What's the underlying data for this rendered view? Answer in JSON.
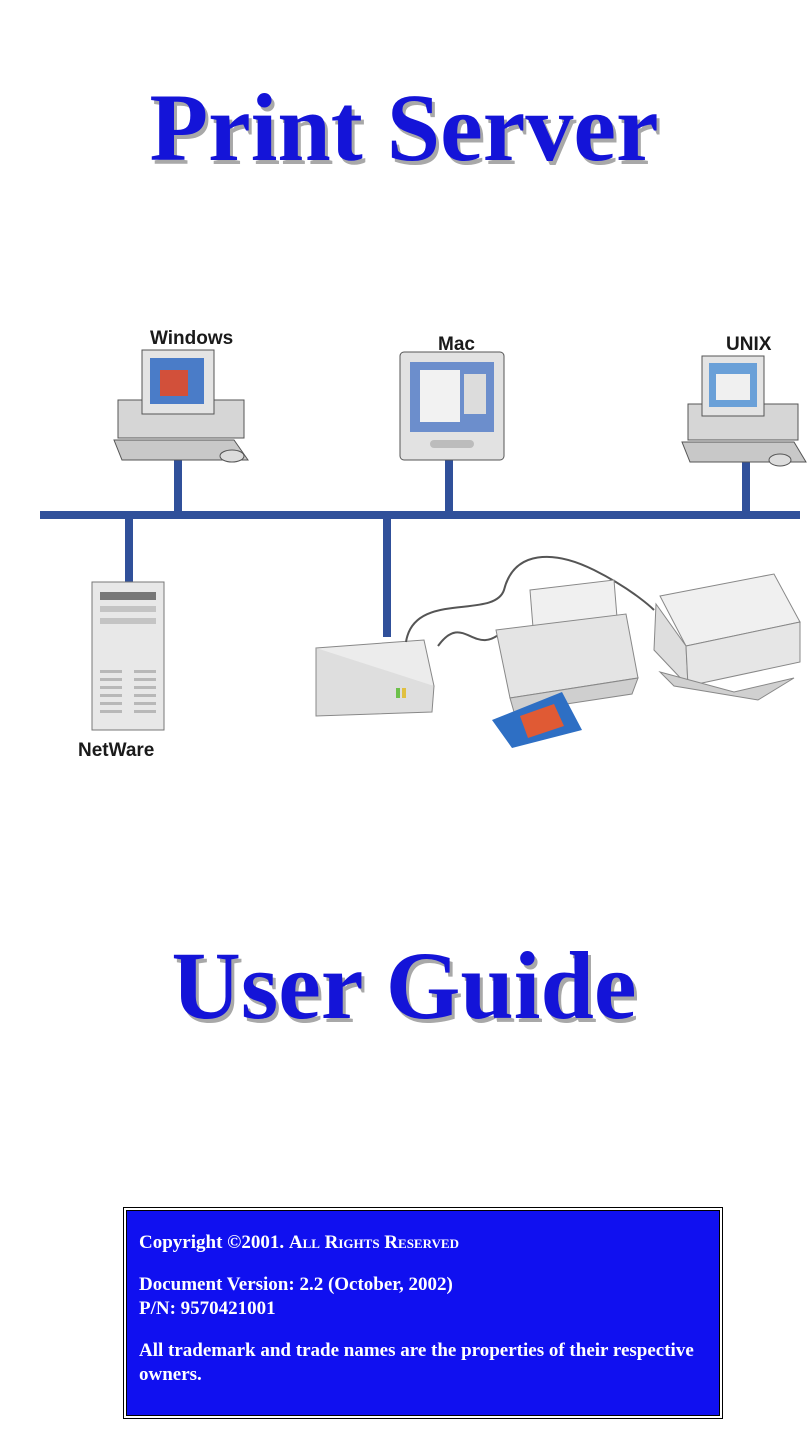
{
  "title_top": "Print Server",
  "title_bottom": "User Guide",
  "diagram": {
    "labels": {
      "windows": "Windows",
      "mac": "Mac",
      "unix": "UNIX",
      "netware": "NetWare"
    }
  },
  "copyright_box": {
    "copyright_prefix": "Copyright ©2001. ",
    "rights": "All Rights Reserved",
    "version": "Document Version: 2.2 (October, 2002)",
    "part_number": "P/N: 9570421001",
    "trademark": "All trademark and trade names are the properties of their respective owners."
  },
  "colors": {
    "title": "#1414d8",
    "network_line": "#30509a",
    "box_background": "#1010f0"
  }
}
